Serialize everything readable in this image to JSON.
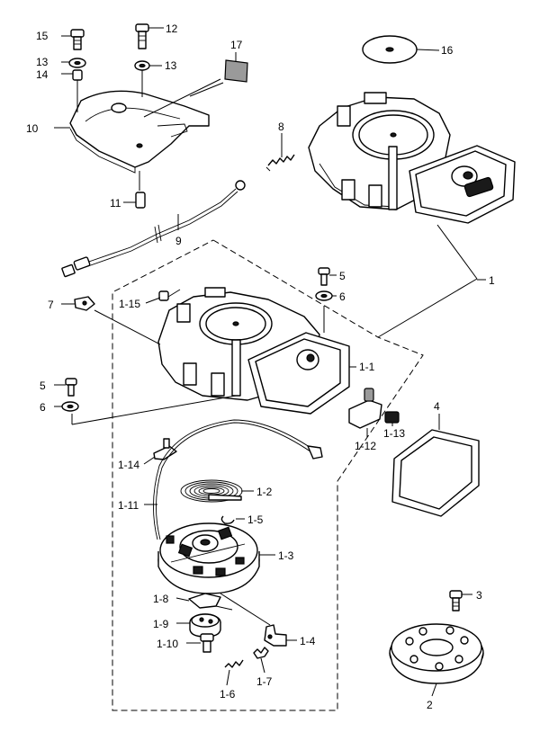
{
  "callouts": [
    {
      "key": "p15",
      "text": "15"
    },
    {
      "key": "p12",
      "text": "12"
    },
    {
      "key": "p17",
      "text": "17"
    },
    {
      "key": "p16",
      "text": "16"
    },
    {
      "key": "p13a",
      "text": "13"
    },
    {
      "key": "p13b",
      "text": "13"
    },
    {
      "key": "p14",
      "text": "14"
    },
    {
      "key": "p10",
      "text": "10"
    },
    {
      "key": "p8",
      "text": "8"
    },
    {
      "key": "p11",
      "text": "11"
    },
    {
      "key": "p9",
      "text": "9"
    },
    {
      "key": "p1",
      "text": "1"
    },
    {
      "key": "p5a",
      "text": "5"
    },
    {
      "key": "p6a",
      "text": "6"
    },
    {
      "key": "p7",
      "text": "7"
    },
    {
      "key": "p1_15",
      "text": "1-15"
    },
    {
      "key": "p1_1",
      "text": "1-1"
    },
    {
      "key": "p5b",
      "text": "5"
    },
    {
      "key": "p6b",
      "text": "6"
    },
    {
      "key": "p4",
      "text": "4"
    },
    {
      "key": "p1_12",
      "text": "1-12"
    },
    {
      "key": "p1_13",
      "text": "1-13"
    },
    {
      "key": "p1_14",
      "text": "1-14"
    },
    {
      "key": "p1_2",
      "text": "1-2"
    },
    {
      "key": "p1_11",
      "text": "1-11"
    },
    {
      "key": "p1_5",
      "text": "1-5"
    },
    {
      "key": "p1_3",
      "text": "1-3"
    },
    {
      "key": "p1_8",
      "text": "1-8"
    },
    {
      "key": "p1_9",
      "text": "1-9"
    },
    {
      "key": "p1_10",
      "text": "1-10"
    },
    {
      "key": "p1_4",
      "text": "1-4"
    },
    {
      "key": "p1_6",
      "text": "1-6"
    },
    {
      "key": "p1_7",
      "text": "1-7"
    },
    {
      "key": "p3",
      "text": "3"
    },
    {
      "key": "p2",
      "text": "2"
    }
  ]
}
